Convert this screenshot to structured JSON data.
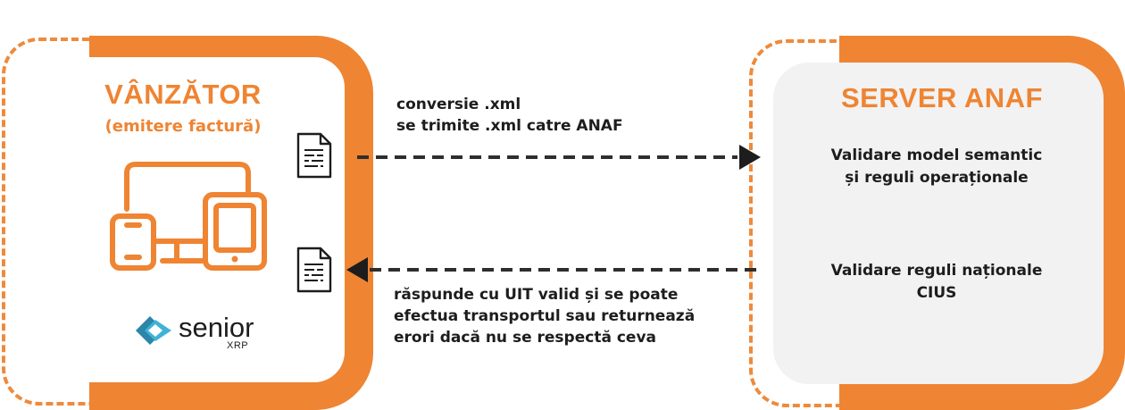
{
  "seller": {
    "title": "VÂNZĂTOR",
    "subtitle": "(emitere factură)",
    "logo_name": "senior",
    "logo_suffix": "XRP",
    "devices_icon": "devices-icon",
    "document_icon": "document-icon"
  },
  "server": {
    "title": "SERVER ANAF",
    "validation_1": [
      "Validare model semantic",
      "și reguli operaționale"
    ],
    "validation_2": [
      "Validare reguli naționale",
      "CIUS"
    ]
  },
  "flow": {
    "request_lines": [
      "conversie .xml",
      "se trimite .xml catre ANAF"
    ],
    "response_lines": [
      "răspunde cu UIT valid și se poate",
      "efectua transportul sau returnează",
      "erori dacă nu se respectă ceva"
    ]
  },
  "colors": {
    "accent": "#ef8432",
    "panel": "#f2f2f2",
    "text": "#1d1d1d",
    "arrow": "#2e2e2e"
  }
}
